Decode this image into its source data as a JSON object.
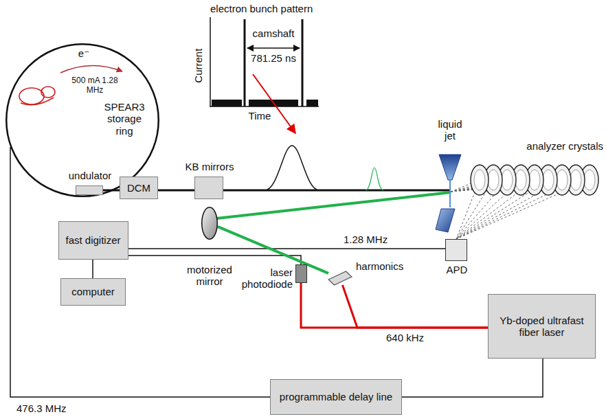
{
  "diagram": {
    "nodes": [
      {
        "text": [
          "e⁻",
          "500 mA 1.28 MHz",
          "SPEAR3 storage ring"
        ]
      },
      {
        "text": [
          "undulator"
        ]
      },
      {
        "text": [
          "DCM"
        ]
      },
      {
        "text": [
          "KB mirrors"
        ]
      },
      {
        "text": [
          "motorized mirror"
        ]
      },
      {
        "text": [
          "fast digitizer"
        ]
      },
      {
        "text": [
          "computer"
        ]
      },
      {
        "text": [
          "laser photodiode"
        ]
      },
      {
        "text": [
          "harmonics"
        ]
      },
      {
        "text": [
          "APD"
        ]
      },
      {
        "text": [
          "Yb-doped ultrafast fiber laser"
        ]
      },
      {
        "text": [
          "programmable delay line"
        ]
      }
    ],
    "edges": [
      {
        "from": 1,
        "to": 2,
        "arrow": "none"
      },
      {
        "from": 2,
        "to": 3,
        "arrow": "none"
      },
      {
        "from": 5,
        "to": 6,
        "arrow": "none"
      },
      {
        "from": 5,
        "to": 9,
        "label": "1.28 MHz",
        "arrow": "none"
      },
      {
        "from": 5,
        "to": 7,
        "arrow": "none"
      },
      {
        "from": 10,
        "to": 8,
        "label": "640 kHz",
        "arrow": "none"
      },
      {
        "from": 10,
        "to": 7,
        "arrow": "none"
      },
      {
        "from": 8,
        "to": 4,
        "arrow": "none"
      },
      {
        "from": 11,
        "to": 10,
        "arrow": "none"
      },
      {
        "from": 0,
        "to": 11,
        "label": "476.3 MHz",
        "arrow": "none"
      }
    ],
    "labels": [
      "electron bunch pattern",
      "camshaft",
      "781.25 ns",
      "Current",
      "Time",
      "liquid jet",
      "analyzer crystals"
    ]
  }
}
